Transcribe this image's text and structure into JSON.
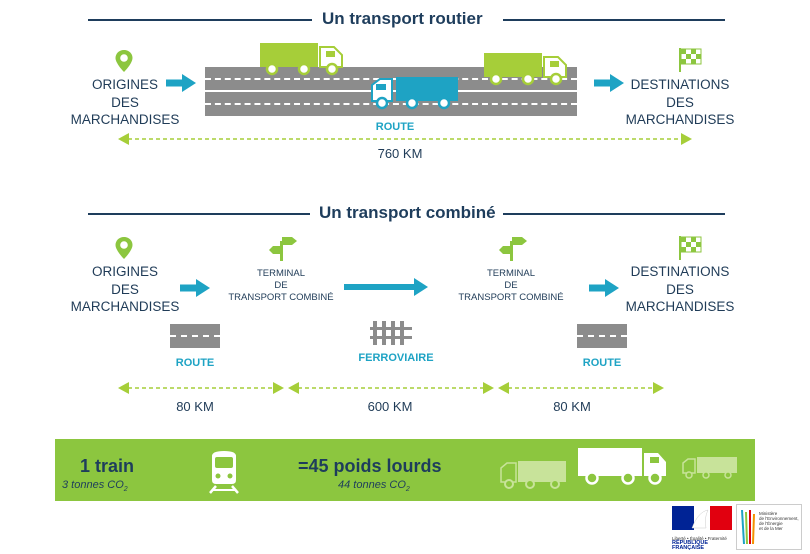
{
  "colors": {
    "navy": "#1e3d5c",
    "cyan": "#1ea3c4",
    "green": "#8cc63f",
    "lime": "#a6ce39",
    "road": "#8c8c8c",
    "ministry_red": "#e1000f",
    "ministry_blue": "#002395"
  },
  "road_section": {
    "title": "Un transport routier",
    "origin": {
      "icon": "location-pin-icon",
      "lines": [
        "ORIGINES",
        "DES",
        "MARCHANDISES"
      ]
    },
    "destination": {
      "icon": "checkered-flag-icon",
      "lines": [
        "DESTINATIONS",
        "DES",
        "MARCHANDISES"
      ]
    },
    "road_label": "ROUTE",
    "distance": "760 KM"
  },
  "combined_section": {
    "title": "Un transport combiné",
    "origin": {
      "icon": "location-pin-icon",
      "lines": [
        "ORIGINES",
        "DES",
        "MARCHANDISES"
      ]
    },
    "destination": {
      "icon": "checkered-flag-icon",
      "lines": [
        "DESTINATIONS",
        "DES",
        "MARCHANDISES"
      ]
    },
    "terminal": {
      "icon": "signpost-icon",
      "lines": [
        "TERMINAL",
        "DE",
        "TRANSPORT COMBINÉ"
      ]
    },
    "legs": [
      {
        "label": "ROUTE",
        "distance": "80 KM"
      },
      {
        "label": "FERROVIAIRE",
        "distance": "600 KM"
      },
      {
        "label": "ROUTE",
        "distance": "80 KM"
      }
    ]
  },
  "comparison": {
    "train_count": "1 train",
    "train_co2": "3 tonnes CO",
    "train_co2_sub": "2",
    "trucks_count": "=45 poids lourds",
    "trucks_co2": "44 tonnes CO",
    "trucks_co2_sub": "2"
  },
  "logos": {
    "republic_motto": "Liberté • Égalité • Fraternité",
    "republic_name": "RÉPUBLIQUE FRANÇAISE",
    "ministry_lines": [
      "Ministère",
      "de l'Environnement,",
      "de l'Énergie",
      "et de la Mer"
    ]
  }
}
